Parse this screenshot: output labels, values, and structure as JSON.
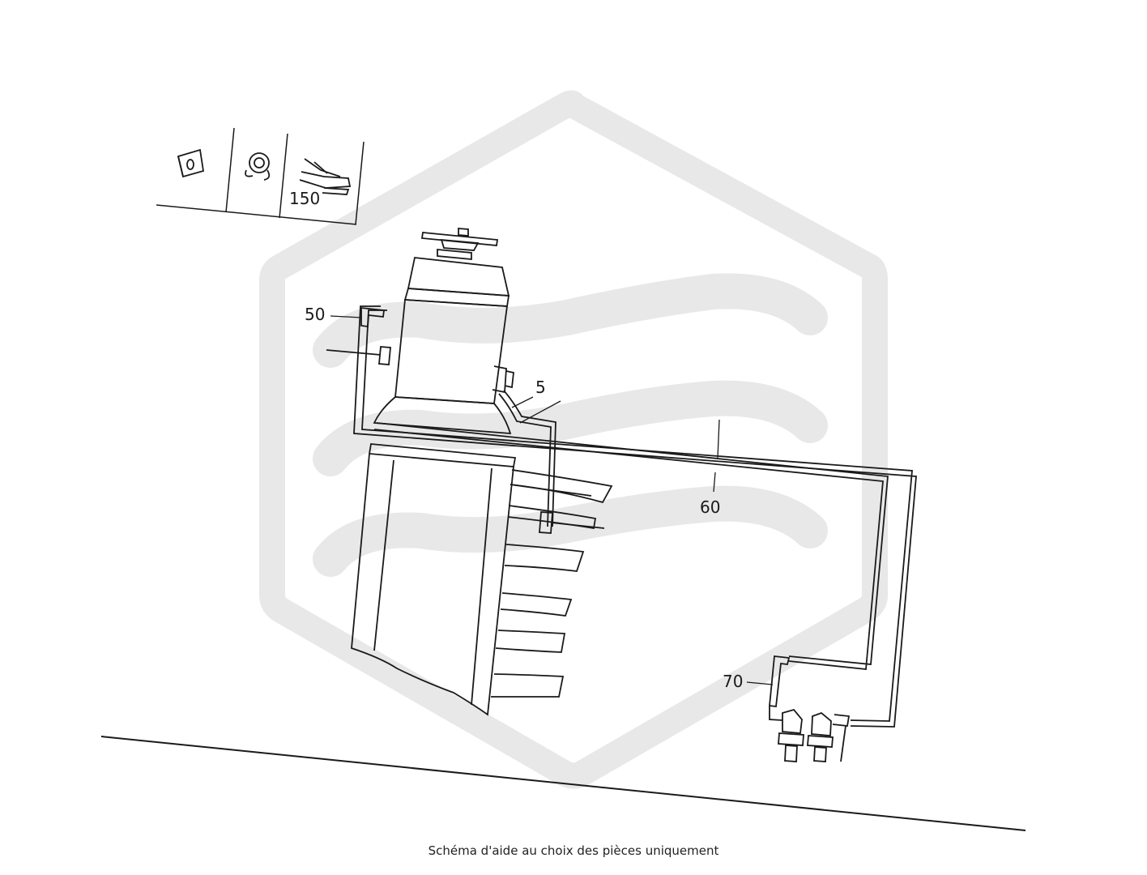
{
  "diagram": {
    "watermark": "brand-logo-watermark",
    "line_color": "#1a1a1a",
    "watermark_color": "#e8e8e8",
    "labels": {
      "part_5": "5",
      "part_50": "50",
      "part_60": "60",
      "part_70": "70",
      "part_150": "150"
    },
    "legend_icons": [
      "bracket-icon",
      "hose-clamp-icon",
      "cable-tie-icon"
    ]
  },
  "footer": {
    "caption": "Schéma d'aide au choix des pièces uniquement"
  }
}
